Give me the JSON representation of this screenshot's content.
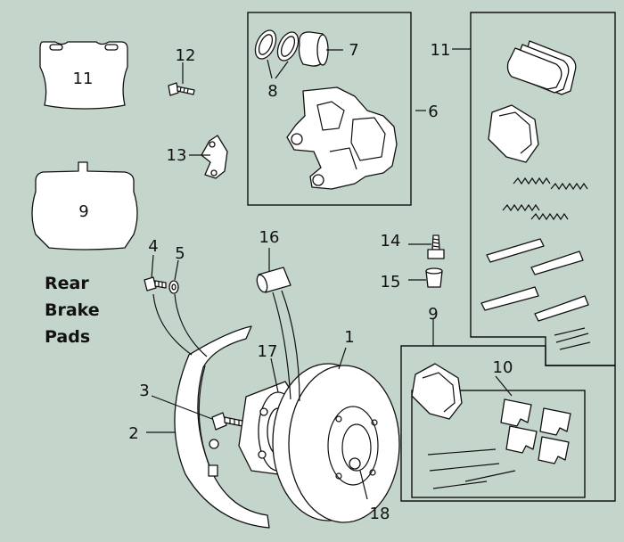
{
  "callouts": {
    "c1": "1",
    "c2": "2",
    "c3": "3",
    "c4": "4",
    "c5": "5",
    "c6": "6",
    "c7": "7",
    "c8": "8",
    "c9_pad": "9",
    "c9_kit": "9",
    "c10": "10",
    "c11_pad": "11",
    "c11_kit": "11",
    "c12": "12",
    "c13": "13",
    "c14": "14",
    "c15": "15",
    "c16": "16",
    "c17": "17",
    "c18": "18"
  },
  "caption": {
    "line1": "Rear",
    "line2": "Brake",
    "line3": "Pads"
  },
  "colors": {
    "background": "#c4d6cc",
    "line": "#111111",
    "part_fill": "#ffffff"
  }
}
